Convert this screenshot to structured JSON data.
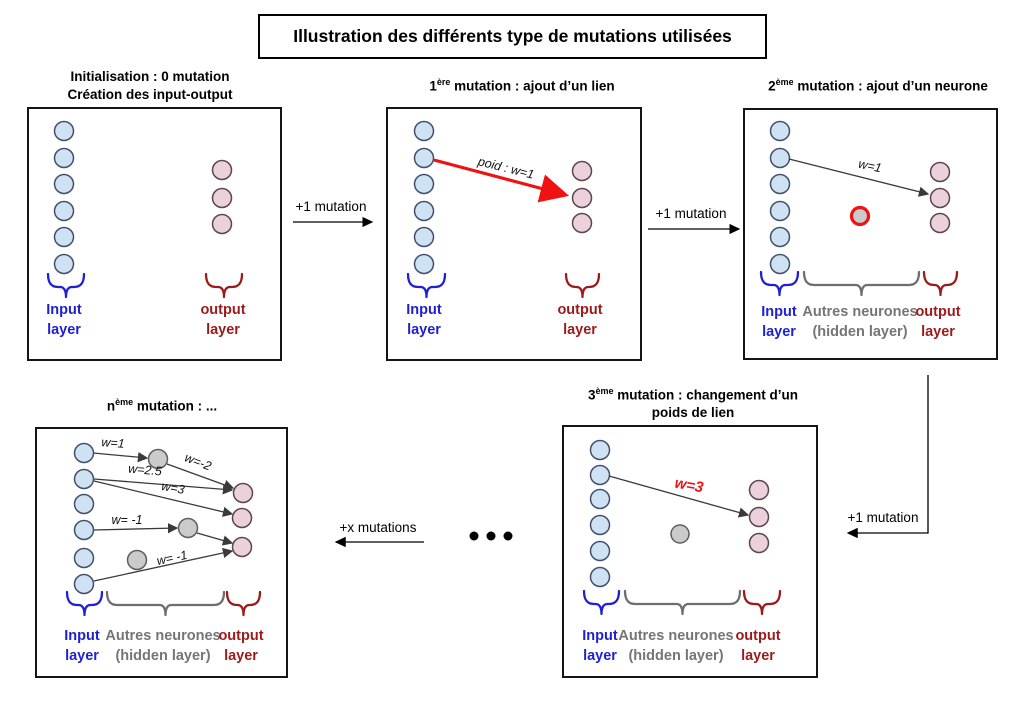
{
  "main_title": "Illustration des différents type de mutations utilisées",
  "colors": {
    "input_accent": "#1f1fd6",
    "output_accent": "#9b1b1b",
    "hidden_accent": "#757575",
    "highlight_red": "#ee1212",
    "node_input_fill": "#cfe2f3",
    "node_output_fill": "#ead1dc",
    "node_hidden_fill": "#cbcbcb"
  },
  "labels": {
    "input_layer": [
      "Input",
      "layer"
    ],
    "output_layer": [
      "output",
      "layer"
    ],
    "hidden_layer": [
      "Autres neurones",
      "(hidden layer)"
    ]
  },
  "panels": {
    "init": {
      "title": [
        "Initialisation : 0 mutation",
        "Création des input-output"
      ]
    },
    "first": {
      "title_num": "1",
      "title_sup": "ère",
      "title_rest": " mutation : ajout d’un lien",
      "link_label": "poid : w=1"
    },
    "second": {
      "title_num": "2",
      "title_sup": "ème",
      "title_rest": " mutation : ajout d’un neurone",
      "weight_label": "w=1"
    },
    "third": {
      "title_num": "3",
      "title_sup": "ème",
      "title_rest": " mutation : changement d’un",
      "title_line2": "poids de lien",
      "weight_label": "w=3"
    },
    "nth": {
      "title_num": "n",
      "title_sup": "ème",
      "title_rest": " mutation : ...",
      "weights": [
        "w=1",
        "w=-2",
        "w=2.5",
        "w=3",
        "w= -1",
        "w= -1"
      ]
    }
  },
  "connectors": {
    "step1": "+1 mutation",
    "step2": "+1 mutation",
    "step3": "+1 mutation",
    "stepx": "+x mutations",
    "ellipsis": "..."
  }
}
